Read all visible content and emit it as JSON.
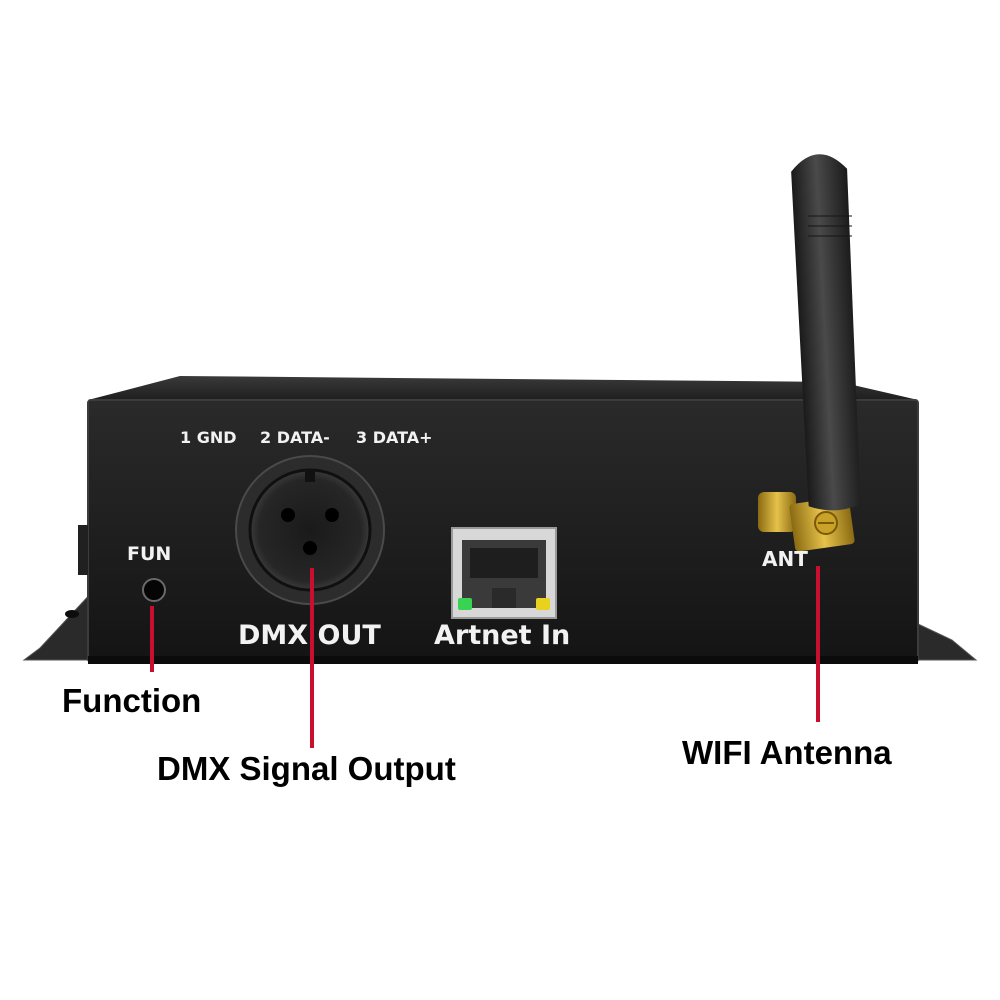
{
  "device": {
    "pin_labels": [
      "1 GND",
      "2 DATA-",
      "3 DATA+"
    ],
    "fun_label": "FUN",
    "dmx_out_label": "DMX OUT",
    "artnet_label": "Artnet In",
    "ant_label": "ANT"
  },
  "callouts": {
    "function": "Function",
    "dmx_signal_output": "DMX Signal Output",
    "wifi_antenna": "WIFI Antenna"
  },
  "colors": {
    "leader_line": "#c8102e",
    "enclosure": "#1c1c1c",
    "panel_text": "#f2f2f2",
    "antenna": "#2a2a2a",
    "connector_gold": "#c9a227",
    "led_green": "#39d353",
    "led_yellow": "#e8d21d"
  }
}
